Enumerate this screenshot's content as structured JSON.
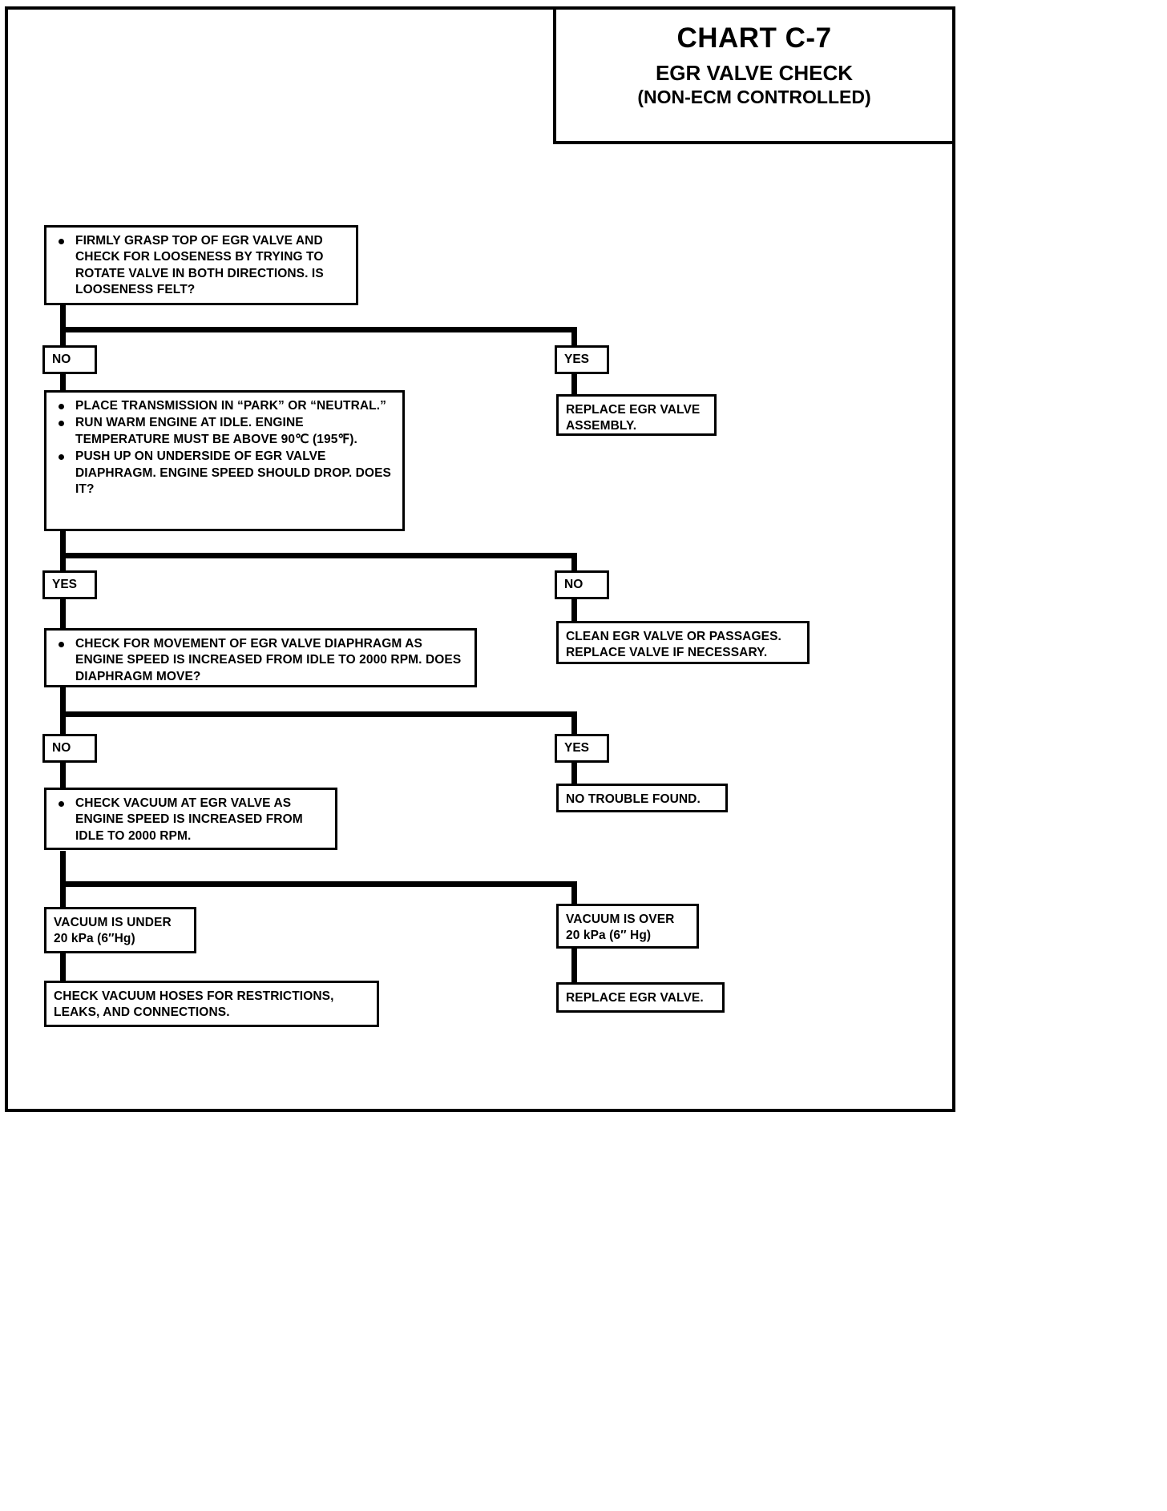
{
  "header": {
    "chart_number": "CHART C-7",
    "title": "EGR VALVE CHECK",
    "subtitle": "(NON-ECM CONTROLLED)"
  },
  "flow": {
    "step1": {
      "lines": [
        "FIRMLY GRASP TOP OF EGR VALVE AND CHECK FOR LOOSENESS BY TRYING TO ROTATE VALVE IN BOTH DIRECTIONS. IS LOOSENESS FELT?"
      ]
    },
    "branch1": {
      "no_label": "NO",
      "yes_label": "YES",
      "yes_result": "REPLACE EGR VALVE ASSEMBLY."
    },
    "step2": {
      "bullet1": "PLACE TRANSMISSION IN “PARK” OR “NEUTRAL.”",
      "bullet2": "RUN WARM ENGINE AT IDLE.  ENGINE TEMPERATURE MUST BE  ABOVE 90℃ (195℉).",
      "bullet3": "PUSH UP ON UNDERSIDE OF EGR VALVE DIAPHRAGM.  ENGINE SPEED SHOULD DROP. DOES IT?"
    },
    "branch2": {
      "yes_label": "YES",
      "no_label": "NO",
      "no_result": "CLEAN EGR VALVE OR PASSAGES. REPLACE VALVE IF NECESSARY."
    },
    "step3": {
      "bullet1": "CHECK FOR MOVEMENT OF EGR VALVE DIAPHRAGM AS ENGINE SPEED IS INCREASED FROM IDLE TO 2000 RPM. DOES DIAPHRAGM MOVE?"
    },
    "branch3": {
      "no_label": "NO",
      "yes_label": "YES",
      "yes_result": "NO TROUBLE FOUND."
    },
    "step4": {
      "bullet1": "CHECK VACUUM AT EGR VALVE AS ENGINE SPEED IS INCREASED FROM IDLE TO 2000 RPM."
    },
    "branch4": {
      "under_line1": "VACUUM IS UNDER",
      "under_line2": "20 kPa (6″Hg)",
      "over_line1": "VACUUM IS  OVER",
      "over_line2": "20 kPa (6″ Hg)",
      "under_result_line1": "CHECK VACUUM HOSES FOR RESTRICTIONS,",
      "under_result_line2": "LEAKS, AND CONNECTIONS.",
      "over_result": "REPLACE EGR VALVE."
    }
  }
}
